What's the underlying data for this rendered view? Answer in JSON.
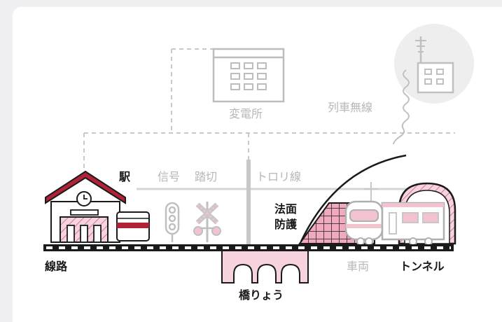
{
  "labels": {
    "substation": "変電所",
    "train_radio": "列車無線",
    "station": "駅",
    "signal": "信号",
    "crossing": "踏切",
    "trolley": "トロリ線",
    "slope": "法面",
    "protection": "防護",
    "track": "線路",
    "vehicle": "車両",
    "tunnel": "トンネル",
    "bridge": "橋りょう"
  },
  "colors": {
    "accent": "#b02236",
    "pink": "#f7d3de",
    "faded": "#c8c8c8",
    "dark": "#1a1a1a"
  }
}
